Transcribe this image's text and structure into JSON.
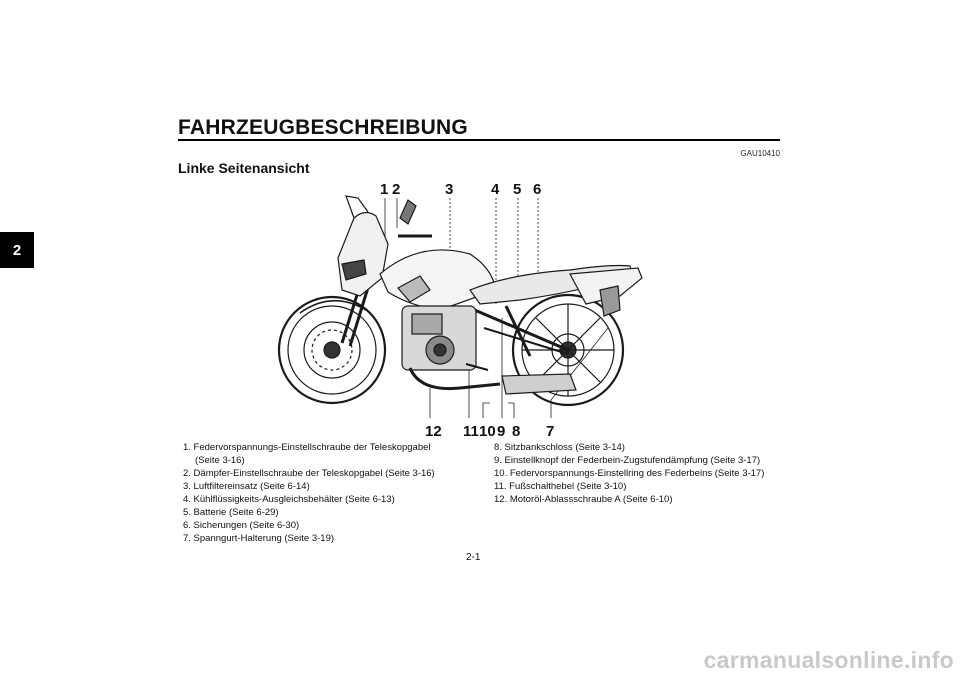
{
  "chapter_tab": "2",
  "header": {
    "title": "FAHRZEUGBESCHREIBUNG",
    "code": "GAU10410"
  },
  "section": {
    "title": "Linke Seitenansicht"
  },
  "callouts": {
    "top": [
      "1",
      "2",
      "3",
      "4",
      "5",
      "6"
    ],
    "bottom": [
      "12",
      "11",
      "10",
      "9",
      "8",
      "7"
    ]
  },
  "legend_left": [
    "1. Federvorspannungs-Einstellschraube der Teleskopgabel\n(Seite 3-16)",
    "2. Dämpfer-Einstellschraube der Teleskopgabel (Seite 3-16)",
    "3. Luftfiltereinsatz (Seite 6-14)",
    "4. Kühlflüssigkeits-Ausgleichsbehälter (Seite 6-13)",
    "5. Batterie (Seite 6-29)",
    "6. Sicherungen (Seite 6-30)",
    "7. Spanngurt-Halterung (Seite 3-19)"
  ],
  "legend_right": [
    "8. Sitzbankschloss (Seite 3-14)",
    "9. Einstellknopf der Federbein-Zugstufendämpfung (Seite 3-17)",
    "10. Federvorspannungs-Einstellring des Federbeins (Seite 3-17)",
    "11. Fußschalthebel (Seite 3-10)",
    "12. Motoröl-Ablassschraube A (Seite 6-10)"
  ],
  "page_number": "2-1",
  "watermark": "carmanualsonline.info"
}
